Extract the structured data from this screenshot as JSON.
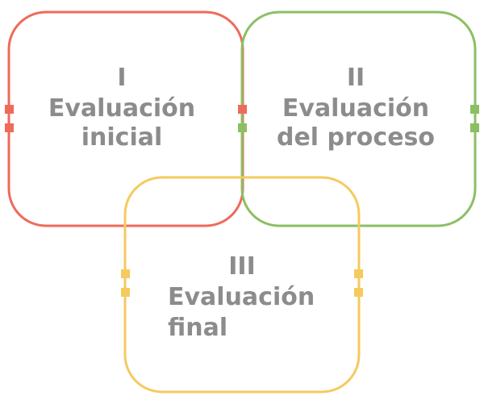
{
  "diagram": {
    "colors": {
      "red": "#ef6a5a",
      "green": "#8cbf64",
      "yellow": "#f5ca5e",
      "text": "#8c8c8c"
    },
    "boxes": [
      {
        "id": "box1",
        "color": "red",
        "lines": [
          "I",
          "Evaluación",
          "inicial"
        ]
      },
      {
        "id": "box2",
        "color": "green",
        "lines": [
          "II",
          "Evaluación",
          "del proceso"
        ]
      },
      {
        "id": "box3",
        "color": "yellow",
        "lines": [
          "III",
          "Evaluación",
          "final"
        ]
      }
    ]
  }
}
